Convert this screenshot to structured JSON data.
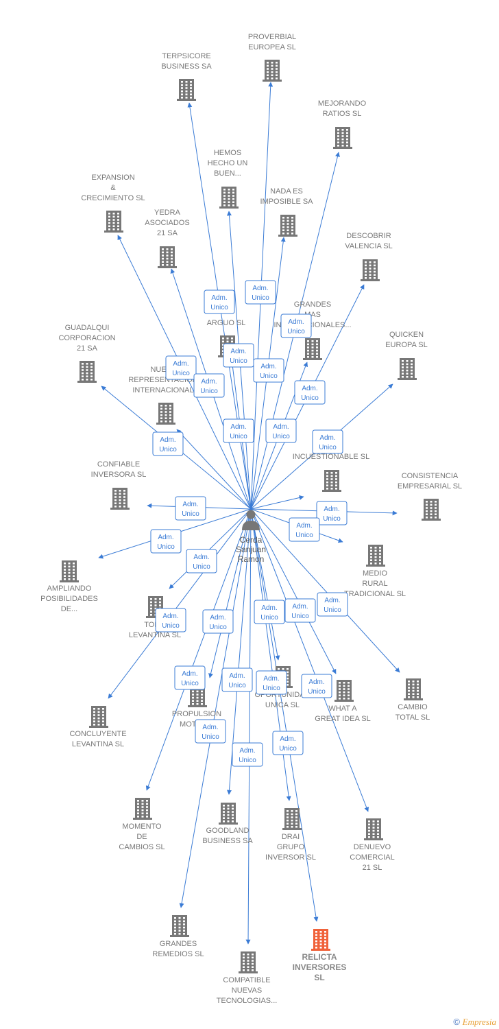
{
  "center": {
    "label_lines": [
      "Cerda",
      "Sanjuan",
      "Ramon"
    ]
  },
  "relation_label_lines": [
    "Adm.",
    "Unico"
  ],
  "colors": {
    "edge": "#3a7bd5",
    "building": "#777777",
    "highlight": "#f0623a",
    "person": "#777777"
  },
  "companies": [
    {
      "id": "terpsicore",
      "label_lines": [
        "TERPSICORE",
        "BUSINESS SA"
      ]
    },
    {
      "id": "proverbial",
      "label_lines": [
        "PROVERBIAL",
        "EUROPEA SL"
      ]
    },
    {
      "id": "mejorando",
      "label_lines": [
        "MEJORANDO",
        "RATIOS SL"
      ]
    },
    {
      "id": "hemos",
      "label_lines": [
        "HEMOS",
        "HECHO UN",
        "BUEN..."
      ]
    },
    {
      "id": "expansion",
      "label_lines": [
        "EXPANSION",
        "&",
        "CRECIMIENTO SL"
      ]
    },
    {
      "id": "nada",
      "label_lines": [
        "NADA ES",
        "IMPOSIBLE SA"
      ]
    },
    {
      "id": "yedra",
      "label_lines": [
        "YEDRA",
        "ASOCIADOS",
        "21 SA"
      ]
    },
    {
      "id": "descobrir",
      "label_lines": [
        "DESCOBRIR",
        "VALENCIA SL"
      ]
    },
    {
      "id": "grandes_marcas",
      "label_lines": [
        "GRANDES",
        "MAS",
        "INTERNACIONALES..."
      ]
    },
    {
      "id": "arguo",
      "label_lines": [
        "ARGUO SL"
      ]
    },
    {
      "id": "guadalqui",
      "label_lines": [
        "GUADALQUI",
        "CORPORACION",
        "21 SA"
      ]
    },
    {
      "id": "quicken",
      "label_lines": [
        "QUICKEN",
        "EUROPA SL"
      ]
    },
    {
      "id": "nueva_repr",
      "label_lines": [
        "NUEVA",
        "REPRESENTACION",
        "INTERNACIONAL"
      ]
    },
    {
      "id": "incuestionable",
      "label_lines": [
        "INCUESTIONABLE SL"
      ]
    },
    {
      "id": "confiable",
      "label_lines": [
        "CONFIABLE",
        "INVERSORA SL"
      ]
    },
    {
      "id": "consistencia",
      "label_lines": [
        "CONSISTENCIA",
        "EMPRESARIAL SL"
      ]
    },
    {
      "id": "ampliando",
      "label_lines": [
        "AMPLIANDO",
        "POSIBILIDADES",
        "DE..."
      ]
    },
    {
      "id": "medio_rural",
      "label_lines": [
        "MEDIO",
        "RURAL",
        "TRADICIONAL SL"
      ]
    },
    {
      "id": "todo_levantina",
      "label_lines": [
        "TODO",
        "LEVANTINA SL"
      ]
    },
    {
      "id": "concluyente",
      "label_lines": [
        "CONCLUYENTE",
        "LEVANTINA SL"
      ]
    },
    {
      "id": "propulsion",
      "label_lines": [
        "PROPULSION",
        "MOTOR..."
      ]
    },
    {
      "id": "oportunidad",
      "label_lines": [
        "OPORTUNIDAD",
        "UNICA SL"
      ]
    },
    {
      "id": "what_a",
      "label_lines": [
        "WHAT A",
        "GREAT IDEA SL"
      ]
    },
    {
      "id": "cambio",
      "label_lines": [
        "CAMBIO",
        "TOTAL SL"
      ]
    },
    {
      "id": "momento",
      "label_lines": [
        "MOMENTO",
        "DE",
        "CAMBIOS SL"
      ]
    },
    {
      "id": "goodland",
      "label_lines": [
        "GOODLAND",
        "BUSINESS SA"
      ]
    },
    {
      "id": "drai",
      "label_lines": [
        "DRAI",
        "GRUPO",
        "INVERSOR SL"
      ]
    },
    {
      "id": "denuevo",
      "label_lines": [
        "DENUEVO",
        "COMERCIAL",
        "21 SL"
      ]
    },
    {
      "id": "grandes_remedios",
      "label_lines": [
        "GRANDES",
        "REMEDIOS SL"
      ]
    },
    {
      "id": "relicta",
      "label_lines": [
        "RELICTA",
        "INVERSORES",
        "SL"
      ],
      "highlight": true
    },
    {
      "id": "compatible",
      "label_lines": [
        "COMPATIBLE",
        "NUEVAS",
        "TECNOLOGIAS..."
      ]
    }
  ],
  "footer": {
    "copyright_symbol": "©",
    "brand": "Empresia"
  }
}
